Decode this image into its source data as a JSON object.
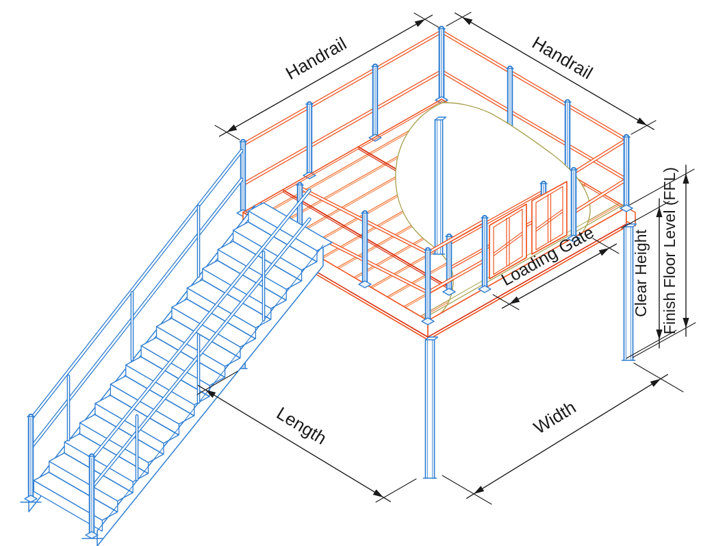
{
  "labels": {
    "handrail_left": "Handrail",
    "handrail_right": "Handrail",
    "loading_gate": "Loading Gate",
    "clear_height": "Clear Height",
    "finish_floor_level": "Finish Floor Level (FFL)",
    "length": "Length",
    "width": "Width"
  },
  "colors": {
    "structure_blue": "#2e7ed2",
    "rail_orange": "#ee531f",
    "beam_red": "#d8300f",
    "joist_orange": "#f2793a",
    "floor_olive": "#a9a352",
    "dimension": "#1a1a1a",
    "plate_fill": "#eaf3fc",
    "background": "#ffffff"
  }
}
